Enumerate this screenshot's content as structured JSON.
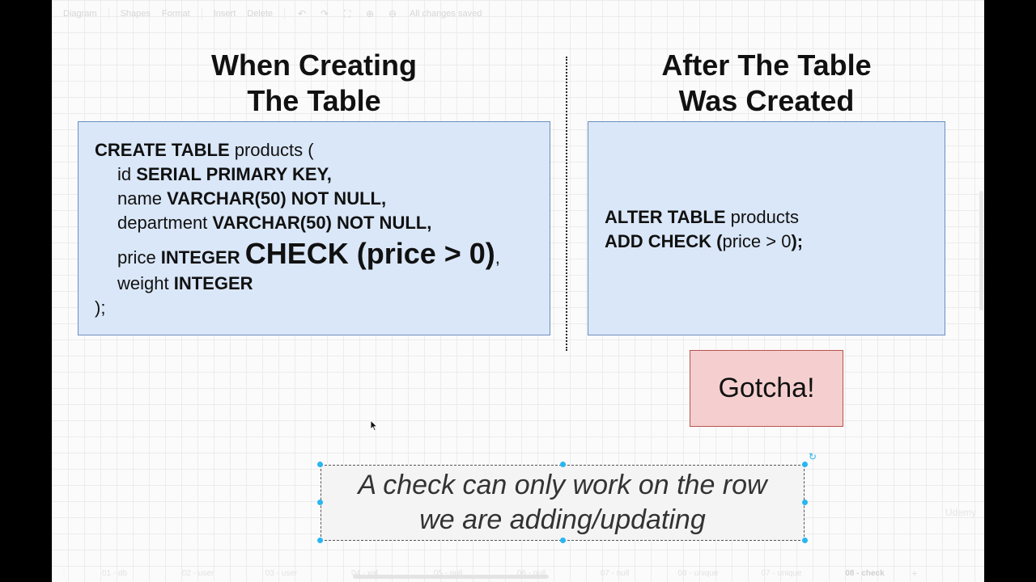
{
  "toolbar": {
    "diagram_menu": "Diagram",
    "shapes_tab": "Shapes",
    "format_tab": "Format",
    "insert_button": "Insert",
    "delete_button": "Delete",
    "status": "All changes saved",
    "icons": [
      "undo-icon",
      "redo-icon",
      "fullscreen-icon",
      "zoom-in-icon",
      "zoom-out-icon"
    ]
  },
  "headings": {
    "left_line1": "When Creating",
    "left_line2": "The Table",
    "right_line1": "After The Table",
    "right_line2": "Was Created"
  },
  "create_code": {
    "line1_kw": "CREATE TABLE",
    "line1_txt": " products (",
    "line2_txt": "id ",
    "line2_kw": "SERIAL PRIMARY KEY,",
    "line3_txt": "name ",
    "line3_kw": "VARCHAR(50) NOT NULL,",
    "line4_txt": "department ",
    "line4_kw": "VARCHAR(50) NOT NULL,",
    "line5_txt": "price ",
    "line5_kw": "INTEGER ",
    "line5_big": "CHECK (price > 0)",
    "line5_end": ",",
    "line6_txt": "weight ",
    "line6_kw": "INTEGER",
    "line7_txt": ");"
  },
  "alter_code": {
    "line1_kw": "ALTER TABLE",
    "line1_txt": " products",
    "line2_kw": "ADD CHECK (",
    "line2_txt": "price > 0",
    "line2_end": ");"
  },
  "gotcha": "Gotcha!",
  "note": {
    "line1": "A check can only work on the row",
    "line2": "we are adding/updating"
  },
  "pages": [
    "01 - db",
    "02 - user",
    "03 - user",
    "04 - val",
    "05 - null",
    "06 - null",
    "07 - null",
    "08 - unique",
    "07 - unique",
    "08 - check"
  ],
  "active_page": "08 - check",
  "watermark": "Udemy",
  "colors": {
    "code_box_fill": "#dae7f8",
    "code_box_border": "#6c8ebf",
    "gotcha_fill": "#f5cfcf",
    "gotcha_border": "#b85450",
    "selection_handle": "#29b6f2"
  }
}
